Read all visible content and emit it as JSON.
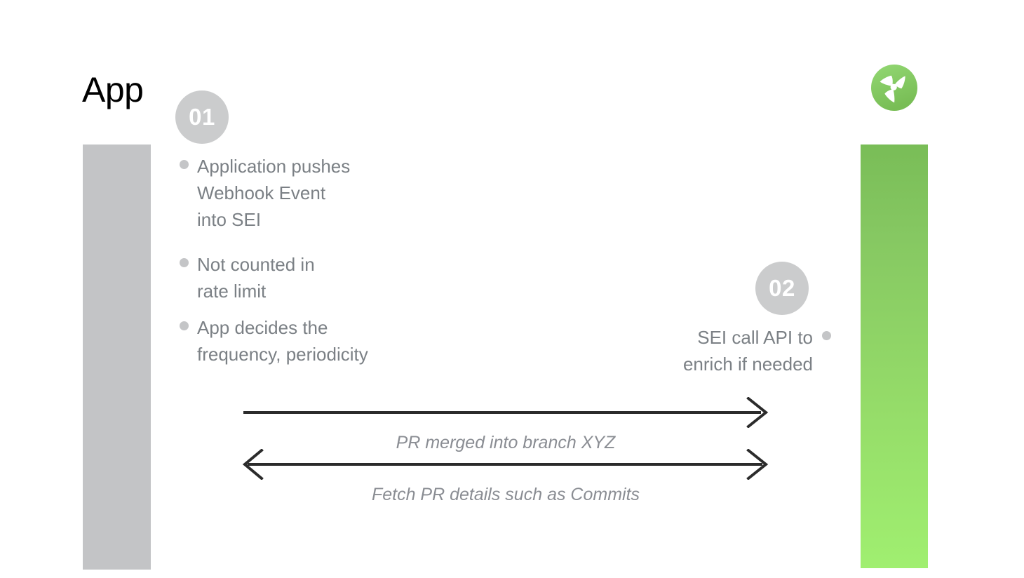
{
  "slide": {
    "title": "App",
    "background_color": "#ffffff"
  },
  "logo": {
    "name": "harness-propeller-logo",
    "circle_color_top": "#8ad169",
    "circle_color_bottom": "#7dbf57",
    "mark_color": "#ffffff"
  },
  "lanes": {
    "left": {
      "name": "app-lane",
      "color": "#c3c4c6"
    },
    "right": {
      "name": "sei-lane",
      "color_top": "#79bd57",
      "color_bottom": "#a0ef70"
    }
  },
  "steps": [
    {
      "number": "01",
      "side": "left",
      "bullets": [
        "Application pushes\nWebhook Event\ninto SEI",
        "Not counted in\nrate limit",
        "App decides the\nfrequency, periodicity"
      ]
    },
    {
      "number": "02",
      "side": "right",
      "bullets": [
        "SEI call API to\nenrich if needed"
      ]
    }
  ],
  "arrows": [
    {
      "name": "pr-merged-arrow",
      "label": "PR merged into branch XYZ",
      "direction": "right",
      "heads": "single",
      "color": "#2b2b2b"
    },
    {
      "name": "fetch-pr-details-arrow",
      "label": "Fetch PR details such as Commits",
      "direction": "both",
      "heads": "double",
      "color": "#2b2b2b"
    }
  ],
  "colors": {
    "bullet_text": "#7b8085",
    "bullet_dot": "#c4c5c7",
    "badge_bg": "#cbcccd",
    "badge_text": "#ffffff",
    "arrow_label": "#8a8d93",
    "title_text": "#000000"
  }
}
